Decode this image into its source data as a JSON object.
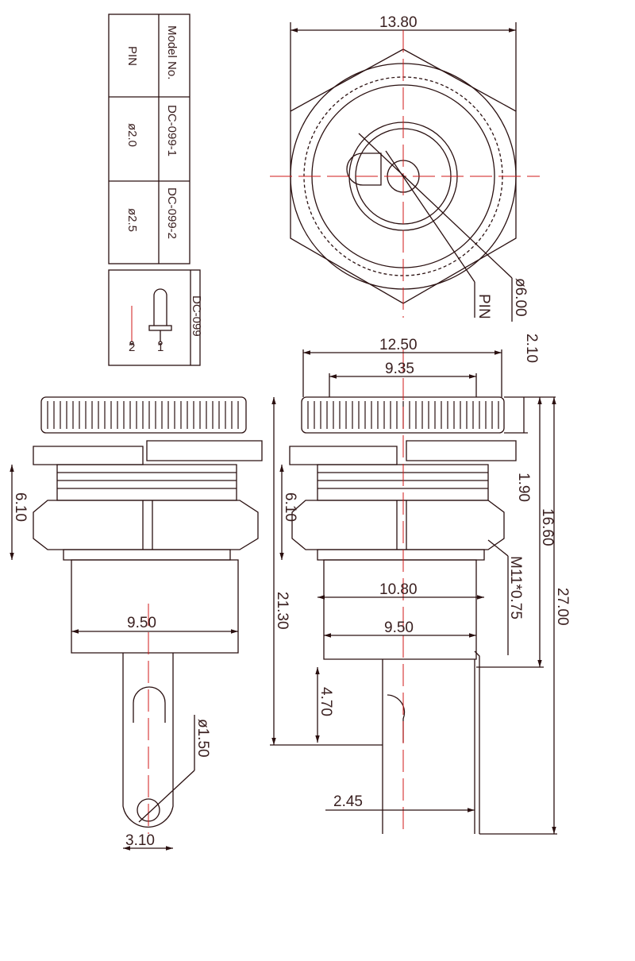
{
  "table": {
    "header_model": "Model No.",
    "header_pin": "PIN",
    "rows": [
      {
        "model": "DC-099-1",
        "pin": "ø2.0"
      },
      {
        "model": "DC-099-2",
        "pin": "ø2.5"
      }
    ]
  },
  "schematic": {
    "title": "DC-099",
    "pin1": "1",
    "pin2": "2"
  },
  "top_view": {
    "width": "13.80",
    "pin_label": "PIN",
    "diameter": "ø6.00"
  },
  "side_left": {
    "thread_h": "6.10",
    "body_w": "9.50",
    "hole_d": "ø1.50",
    "lug_w": "3.10"
  },
  "side_right": {
    "cap_w": "12.50",
    "cap_inner": "9.35",
    "cap_h": "2.10",
    "flange": "1.90",
    "d16": "16.60",
    "d27": "27.00",
    "thread_h": "6.10",
    "d21": "21.30",
    "nut_w": "10.80",
    "body_w": "9.50",
    "thread": "M11*0.75",
    "lug_h": "4.70",
    "lug_off": "2.45"
  },
  "colors": {
    "line": "#2a1010",
    "dim": "#d01818"
  }
}
